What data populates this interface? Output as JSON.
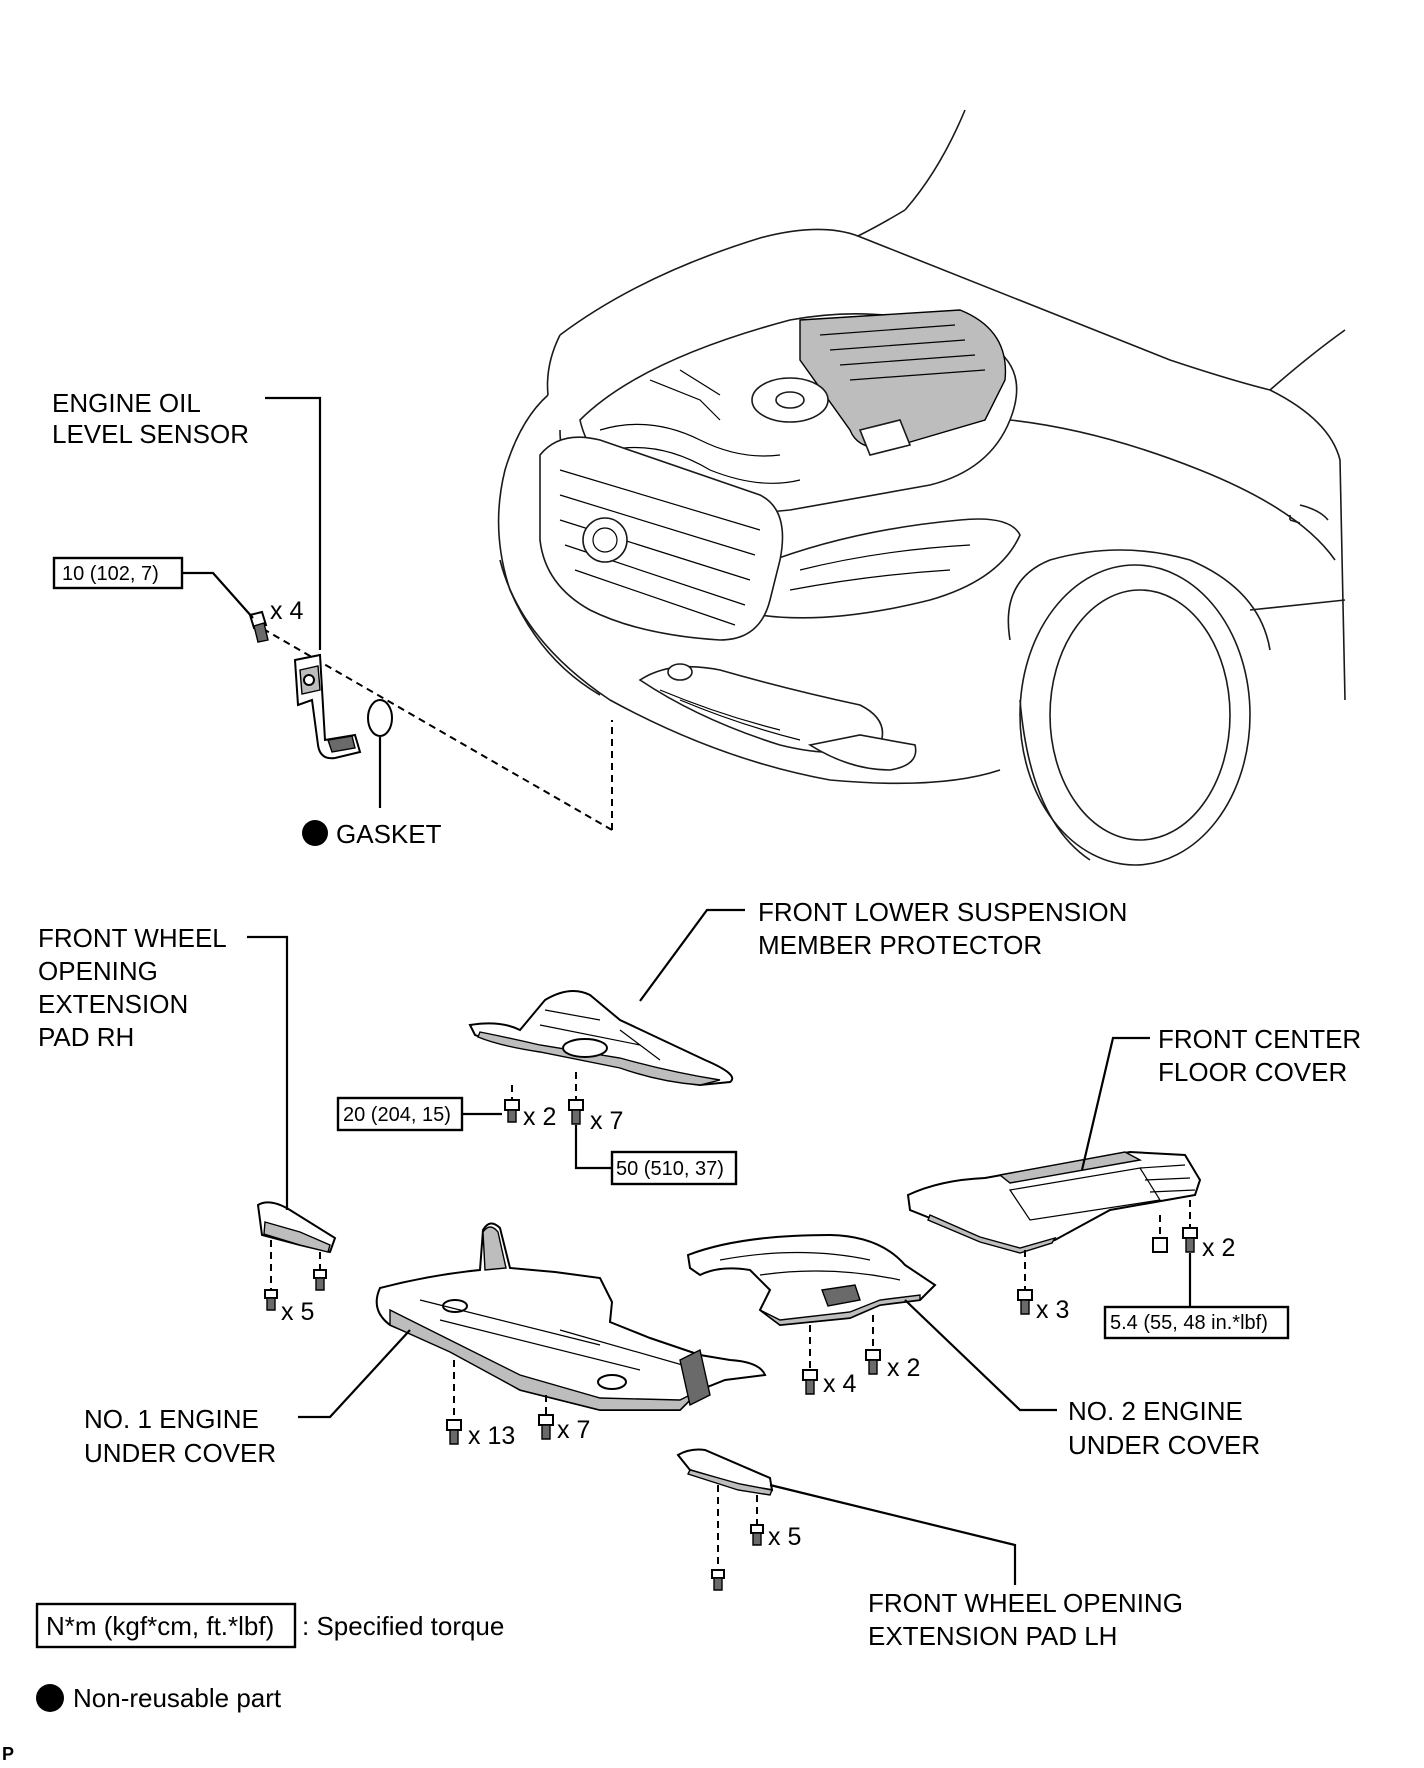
{
  "labels": {
    "engine_oil_level_sensor_l1": "ENGINE OIL",
    "engine_oil_level_sensor_l2": "LEVEL SENSOR",
    "gasket": "GASKET",
    "front_lower_suspension_l1": "FRONT LOWER SUSPENSION",
    "front_lower_suspension_l2": "MEMBER PROTECTOR",
    "front_wheel_rh_l1": "FRONT WHEEL",
    "front_wheel_rh_l2": "OPENING",
    "front_wheel_rh_l3": "EXTENSION",
    "front_wheel_rh_l4": "PAD RH",
    "front_center_floor_l1": "FRONT CENTER",
    "front_center_floor_l2": "FLOOR COVER",
    "no1_engine_under_l1": "NO. 1 ENGINE",
    "no1_engine_under_l2": "UNDER COVER",
    "no2_engine_under_l1": "NO. 2 ENGINE",
    "no2_engine_under_l2": "UNDER COVER",
    "front_wheel_lh_l1": "FRONT WHEEL OPENING",
    "front_wheel_lh_l2": "EXTENSION PAD LH"
  },
  "torques": {
    "oil_sensor": "10 (102, 7)",
    "protector_a": "20 (204, 15)",
    "protector_b": "50 (510, 37)",
    "floor_cover": "5.4 (55, 48 in.*lbf)"
  },
  "counts": {
    "oil_sensor_bolts": "x 4",
    "protector_a": "x 2",
    "protector_b": "x 7",
    "rh_pad": "x 5",
    "no1_a": "x 13",
    "no1_b": "x 7",
    "no2_a": "x 4",
    "no2_b": "x 2",
    "floor_a": "x 3",
    "floor_b": "x 2",
    "lh_pad": "x 5"
  },
  "legend": {
    "torque_box": "N*m (kgf*cm, ft.*lbf)",
    "torque_text": ": Specified torque",
    "nonreusable_text": "Non-reusable part"
  },
  "corner_mark": "P"
}
